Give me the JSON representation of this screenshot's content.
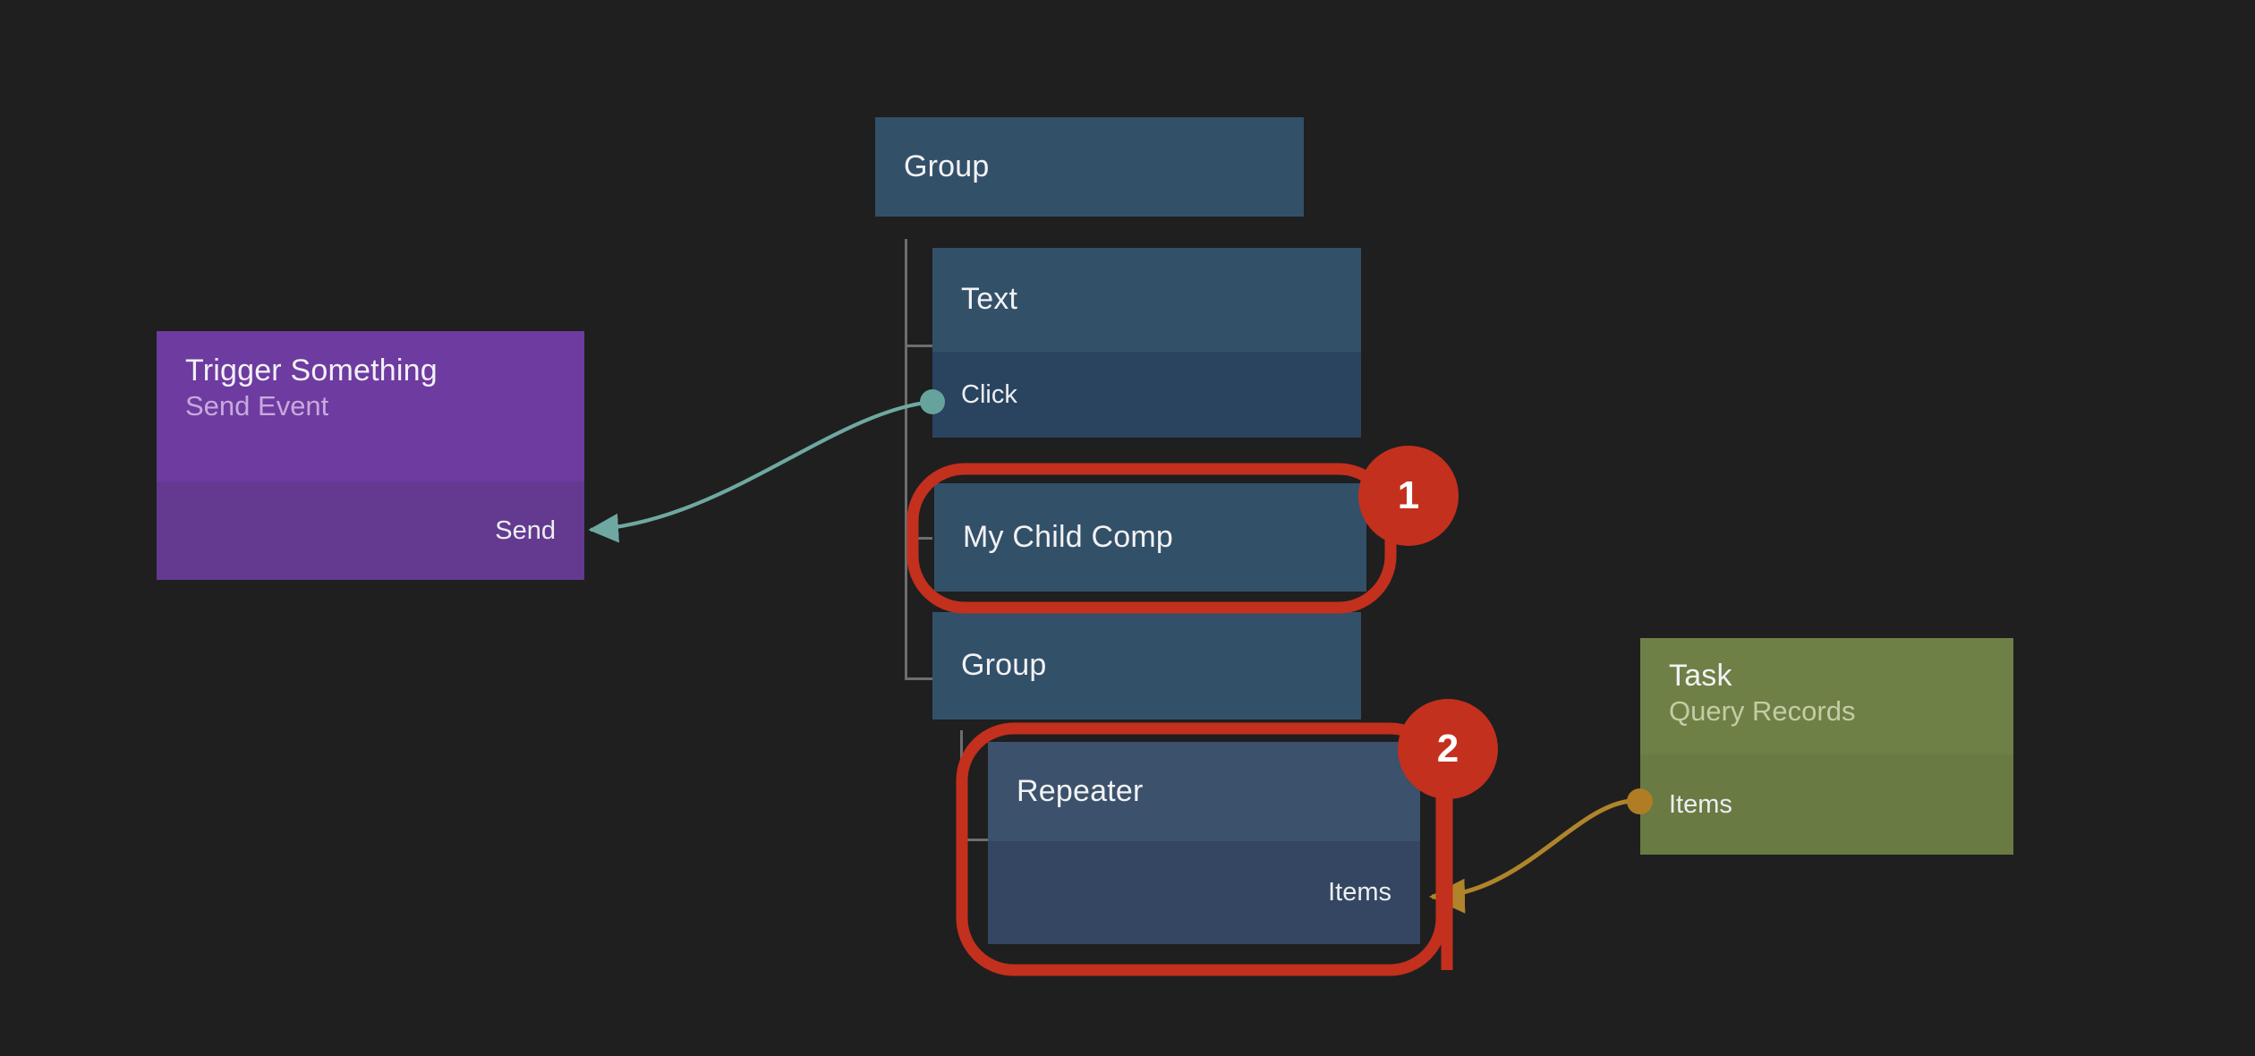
{
  "canvas": {
    "background": "#1f1f1f",
    "accent_annotation": "#c3301d",
    "tree_line_color": "#6e6e6e"
  },
  "nodes": {
    "group_root": {
      "title": "Group",
      "type": "blue-node",
      "header_color": "#335069",
      "body_color": "#2a4460"
    },
    "text": {
      "title": "Text",
      "type": "blue-node",
      "header_color": "#335069",
      "body_color": "#2a4460",
      "ports": [
        {
          "label": "Click",
          "side": "left",
          "dot_color": "#66a39c"
        }
      ]
    },
    "my_child_comp": {
      "title": "My Child Comp",
      "type": "blue-node",
      "header_color": "#335069",
      "body_color": "#2a4460"
    },
    "group_inner": {
      "title": "Group",
      "type": "blue-node",
      "header_color": "#335069",
      "body_color": "#2a4460"
    },
    "repeater": {
      "title": "Repeater",
      "type": "blue-node",
      "header_color": "#3b516c",
      "body_color": "#344661",
      "ports": [
        {
          "label": "Items",
          "side": "right",
          "dot_color": "#b07d24"
        }
      ]
    },
    "trigger": {
      "title": "Trigger Something",
      "subtitle": "Send Event",
      "type": "purple-node",
      "header_color": "#6e3ba1",
      "body_color": "#633a90",
      "ports": [
        {
          "label": "Send",
          "side": "right"
        }
      ]
    },
    "task": {
      "title": "Task",
      "subtitle": "Query Records",
      "type": "green-node",
      "header_color": "#6f8046",
      "body_color": "#697a42",
      "ports": [
        {
          "label": "Items",
          "side": "left",
          "dot_color": "#b07d24"
        }
      ]
    }
  },
  "connections": [
    {
      "name": "click-to-send",
      "from": "text.Click",
      "to": "trigger.Send",
      "color": "#6fa8a1"
    },
    {
      "name": "task-items-to-repeater-items",
      "from": "task.Items",
      "to": "repeater.Items",
      "color": "#b0842a"
    }
  ],
  "annotations": [
    {
      "label": "1",
      "target": "my_child_comp",
      "color": "#c3301d"
    },
    {
      "label": "2",
      "target": "repeater",
      "color": "#c3301d"
    }
  ]
}
